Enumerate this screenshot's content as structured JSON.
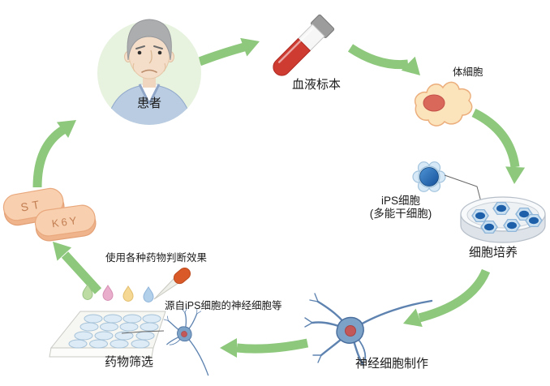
{
  "nodes": {
    "patient": {
      "label": "患者"
    },
    "blood_sample": {
      "label": "血液标本"
    },
    "somatic_cell": {
      "label": "体細胞"
    },
    "ips_cell": {
      "label_line1": "iPS细胞",
      "label_line2": "(多能干细胞)"
    },
    "cell_culture": {
      "label": "细胞培养"
    },
    "neuron_production": {
      "label": "神经细胞制作"
    },
    "drug_screening": {
      "label": "药物筛选"
    },
    "pills": {
      "imprint_1": "ST",
      "imprint_2": "K6Y"
    }
  },
  "annotations": {
    "drug_note": "使用各种药物判断效果",
    "neuron_note": "源自iPS细胞的神经细胞等"
  },
  "cycle_order": [
    "patient",
    "blood_sample",
    "somatic_cell",
    "ips_cell_culture",
    "neuron_production",
    "drug_screening",
    "pills",
    "patient"
  ],
  "colors": {
    "arrow_green": "#8EC87C",
    "blood_red": "#CE3B31",
    "cell_dark_blue": "#1D5FA8",
    "cell_light_blue": "#CBE1F2",
    "somatic_orange": "#FBE3BB",
    "nucleus_red": "#D9685A",
    "pill_peach": "#F8D0B0",
    "patient_circle": "#E7F2DF",
    "sweater_blue": "#B9CCE2",
    "dropper_orange": "#D95A28"
  }
}
